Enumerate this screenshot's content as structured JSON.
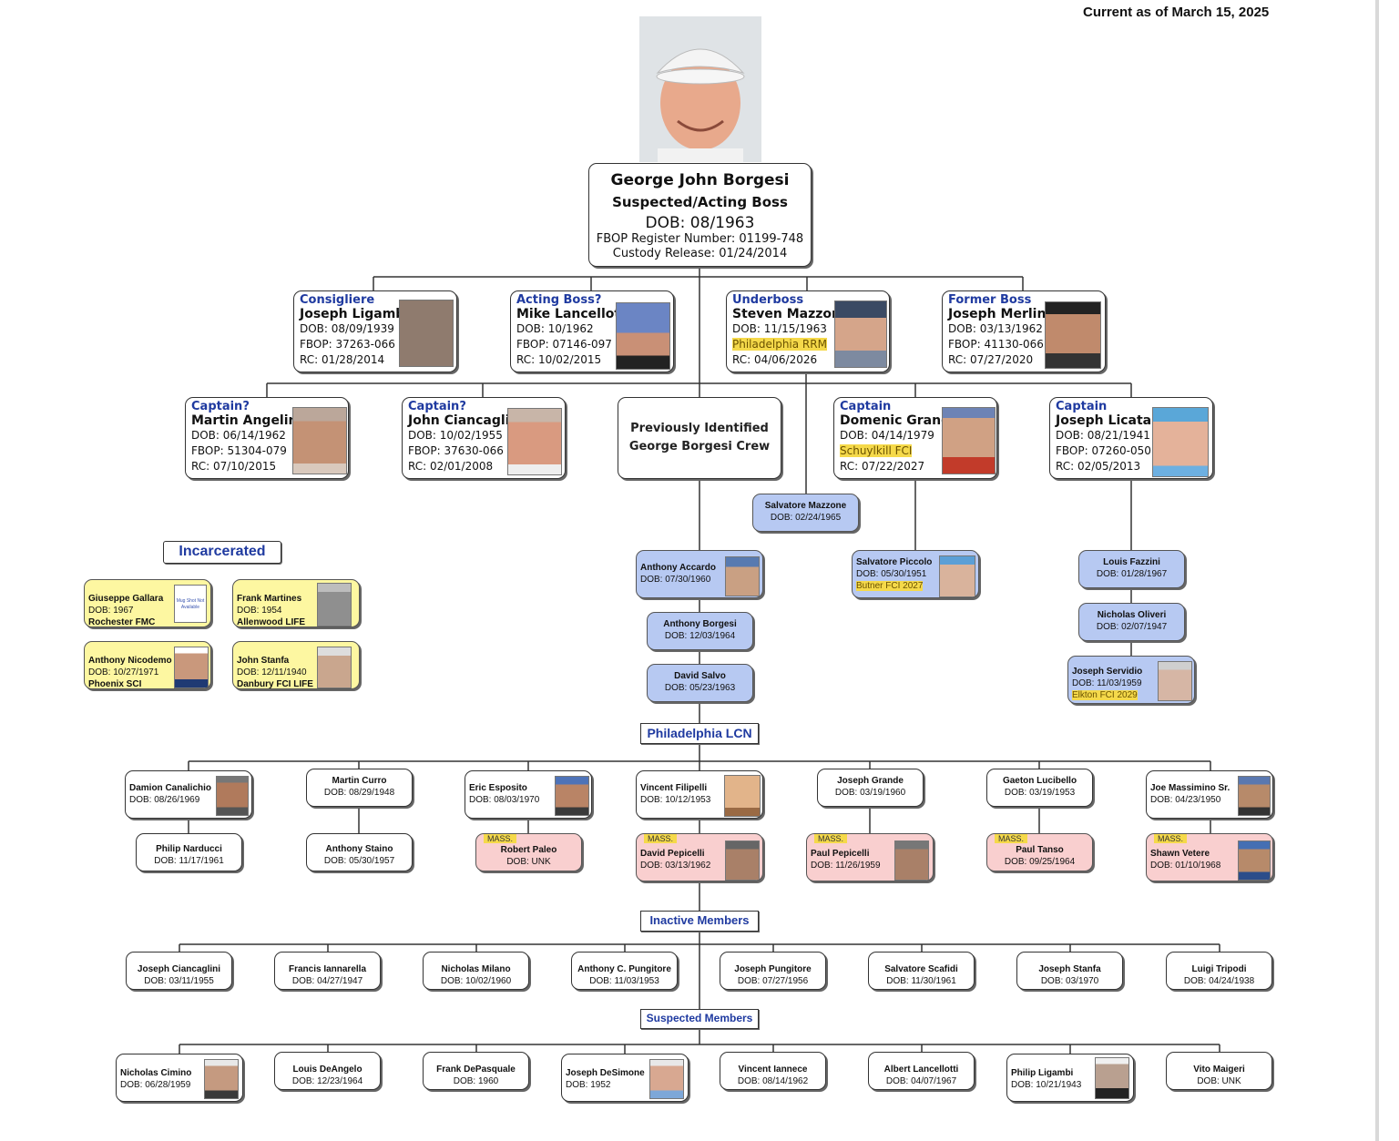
{
  "header": {
    "current_as_of": "Current as of March 15, 2025"
  },
  "boss": {
    "name": "George John Borgesi",
    "title": "Suspected/Acting Boss",
    "dob": "DOB:   08/1963",
    "register": "FBOP Register Number: 01199-748",
    "release": "Custody Release: 01/24/2014"
  },
  "leaders": [
    {
      "role": "Consigliere",
      "name": "Joseph Ligambi",
      "lines": [
        "DOB: 08/09/1939",
        "FBOP: 37263-066",
        "RC: 01/28/2014"
      ]
    },
    {
      "role": "Acting Boss?",
      "name": "Mike Lancellotti",
      "lines": [
        "DOB: 10/1962",
        "FBOP: 07146-097",
        "RC: 10/02/2015"
      ]
    },
    {
      "role": "Underboss",
      "name": "Steven Mazzone",
      "lines": [
        "DOB: 11/15/1963",
        "Philadelphia RRM",
        "RC: 04/06/2026"
      ]
    },
    {
      "role": "Former Boss",
      "name": "Joseph Merlino",
      "lines": [
        "DOB: 03/13/1962",
        "FBOP: 41130-066",
        "RC: 07/27/2020"
      ]
    }
  ],
  "captains": [
    {
      "role": "Captain?",
      "name": "Martin Angelina",
      "lines": [
        "DOB: 06/14/1962",
        "FBOP: 51304-079",
        "RC: 07/10/2015"
      ]
    },
    {
      "role": "Captain?",
      "name": "John Ciancaglini",
      "lines": [
        "DOB: 10/02/1955",
        "FBOP: 37630-066",
        "RC: 02/01/2008"
      ]
    },
    {
      "role": "Captain",
      "name": "Domenic Grande",
      "lines": [
        "DOB: 04/14/1979",
        "Schuylkill FCI",
        "RC: 07/22/2027"
      ]
    },
    {
      "role": "Captain",
      "name": "Joseph Licata",
      "lines": [
        "DOB: 08/21/1941",
        "FBOP: 07260-050",
        "RC: 02/05/2013"
      ]
    }
  ],
  "crew_box": {
    "line1": "Previously Identified",
    "line2": "George Borgesi Crew"
  },
  "crew_members": [
    {
      "name": "Anthony Accardo",
      "dob": "DOB: 07/30/1960"
    },
    {
      "name": "Anthony Borgesi",
      "dob": "DOB: 12/03/1964"
    },
    {
      "name": "David Salvo",
      "dob": "DOB: 05/23/1963"
    }
  ],
  "mazzone_member": {
    "name": "Salvatore Mazzone",
    "dob": "DOB: 02/24/1965"
  },
  "grande_member": {
    "name": "Salvatore Piccolo",
    "dob": "DOB: 05/30/1951",
    "loc": "Butner FCI 2027"
  },
  "licata_members": [
    {
      "name": "Louis Fazzini",
      "dob": "DOB: 01/28/1967"
    },
    {
      "name": "Nicholas Oliveri",
      "dob": "DOB: 02/07/1947"
    },
    {
      "name": "Joseph Servidio",
      "dob": "DOB: 11/03/1959",
      "loc": "Elkton FCI 2029"
    }
  ],
  "incarcerated": {
    "title": "Incarcerated",
    "members": [
      {
        "name": "Giuseppe Gallara",
        "dob": "DOB: 1967",
        "loc": "Rochester FMC",
        "photo_text": "Mug Shot Not Available"
      },
      {
        "name": "Frank Martines",
        "dob": "DOB: 1954",
        "loc": "Allenwood  LIFE"
      },
      {
        "name": "Anthony Nicodemo",
        "dob": "DOB: 10/27/1971",
        "loc": "Phoenix SCI"
      },
      {
        "name": "John Stanfa",
        "dob": "DOB: 12/11/1940",
        "loc": "Danbury FCI LIFE"
      }
    ]
  },
  "lcn": {
    "title": "Philadelphia LCN",
    "top": [
      {
        "name": "Damion Canalichio",
        "dob": "DOB: 08/26/1969"
      },
      {
        "name": "Martin Curro",
        "dob": "DOB: 08/29/1948"
      },
      {
        "name": "Eric Esposito",
        "dob": "DOB: 08/03/1970"
      },
      {
        "name": "Vincent Filipelli",
        "dob": "DOB: 10/12/1953"
      },
      {
        "name": "Joseph Grande",
        "dob": "DOB: 03/19/1960"
      },
      {
        "name": "Gaeton Lucibello",
        "dob": "DOB: 03/19/1953"
      },
      {
        "name": "Joe Massimino Sr.",
        "dob": "DOB: 04/23/1950"
      }
    ],
    "bottom": [
      {
        "name": "Philip Narducci",
        "dob": "DOB: 11/17/1961"
      },
      {
        "name": "Anthony Staino",
        "dob": "DOB: 05/30/1957"
      },
      {
        "mass": "MASS.",
        "name": "Robert Paleo",
        "dob": "DOB: UNK"
      },
      {
        "mass": "MASS.",
        "name": "David Pepicelli",
        "dob": "DOB: 03/13/1962"
      },
      {
        "mass": "MASS.",
        "name": "Paul Pepicelli",
        "dob": "DOB: 11/26/1959"
      },
      {
        "mass": "MASS.",
        "name": "Paul Tanso",
        "dob": "DOB: 09/25/1964"
      },
      {
        "mass": "MASS.",
        "name": "Shawn Vetere",
        "dob": "DOB: 01/10/1968"
      }
    ]
  },
  "inactive": {
    "title": "Inactive Members",
    "members": [
      {
        "name": "Joseph Ciancaglini",
        "dob": "DOB: 03/11/1955"
      },
      {
        "name": "Francis Iannarella",
        "dob": "DOB: 04/27/1947"
      },
      {
        "name": "Nicholas Milano",
        "dob": "DOB: 10/02/1960"
      },
      {
        "name": "Anthony C. Pungitore",
        "dob": "DOB: 11/03/1953"
      },
      {
        "name": "Joseph Pungitore",
        "dob": "DOB: 07/27/1956"
      },
      {
        "name": "Salvatore Scafidi",
        "dob": "DOB: 11/30/1961"
      },
      {
        "name": "Joseph Stanfa",
        "dob": "DOB: 03/1970"
      },
      {
        "name": "Luigi Tripodi",
        "dob": "DOB: 04/24/1938"
      }
    ]
  },
  "suspected": {
    "title": "Suspected Members",
    "members": [
      {
        "name": "Nicholas Cimino",
        "dob": "DOB: 06/28/1959"
      },
      {
        "name": "Louis DeAngelo",
        "dob": "DOB: 12/23/1964"
      },
      {
        "name": "Frank DePasquale",
        "dob": "DOB: 1960"
      },
      {
        "name": "Joseph DeSimone",
        "dob": "DOB: 1952"
      },
      {
        "name": "Vincent Iannece",
        "dob": "DOB: 08/14/1962"
      },
      {
        "name": "Albert Lancellotti",
        "dob": "DOB: 04/07/1967"
      },
      {
        "name": "Philip Ligambi",
        "dob": "DOB: 10/21/1943"
      },
      {
        "name": "Vito Maigeri",
        "dob": "DOB: UNK"
      }
    ]
  }
}
